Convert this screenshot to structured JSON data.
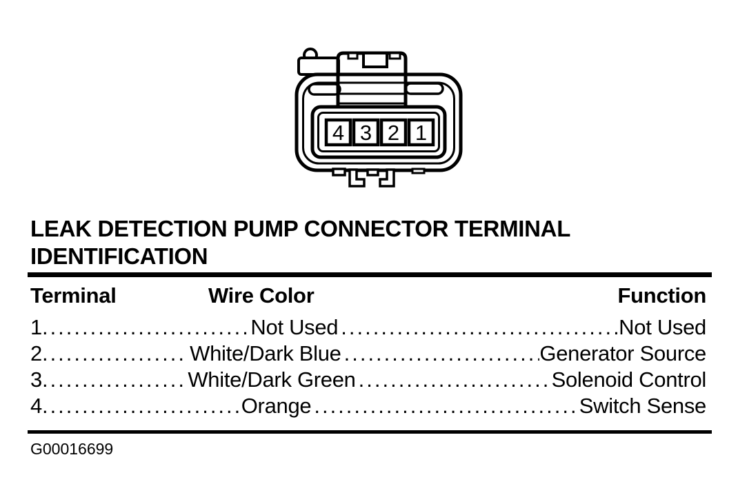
{
  "page": {
    "background_color": "#ffffff",
    "ink_color": "#000000"
  },
  "connector": {
    "description": "4-pin leak detection pump connector, face view",
    "terminals": [
      "4",
      "3",
      "2",
      "1"
    ]
  },
  "title": "LEAK DETECTION PUMP CONNECTOR TERMINAL IDENTIFICATION",
  "table": {
    "headers": {
      "terminal": "Terminal",
      "wire_color": "Wire Color",
      "function": "Function"
    },
    "rows": [
      {
        "terminal": "1",
        "wire_color": "Not Used",
        "function": "Not Used"
      },
      {
        "terminal": "2",
        "wire_color": "White/Dark Blue",
        "function": "Generator Source"
      },
      {
        "terminal": "3",
        "wire_color": "White/Dark Green",
        "function": "Solenoid Control"
      },
      {
        "terminal": "4",
        "wire_color": "Orange",
        "function": "Switch Sense"
      }
    ]
  },
  "figure_id": "G00016699"
}
